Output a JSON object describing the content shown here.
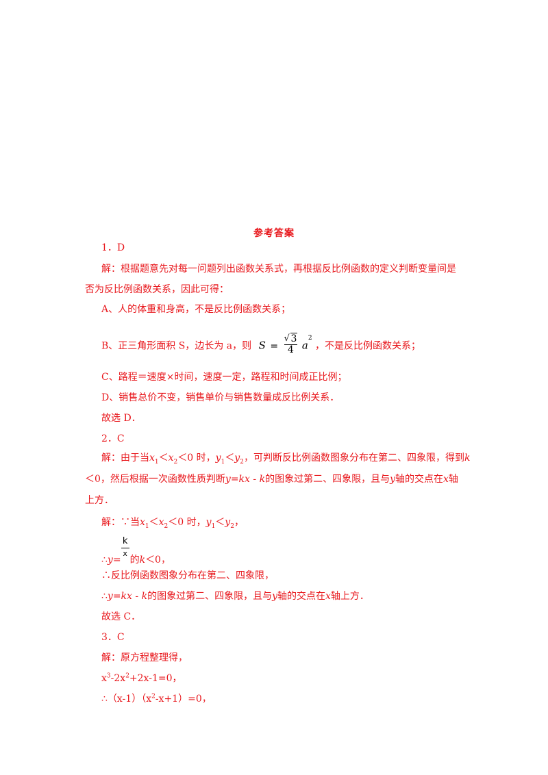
{
  "title": "参考答案",
  "q1": {
    "number": "1．D",
    "explain_1": "解：根据题意先对每一问题列出函数关系式，再根据反比例函数的定义判断变量间是",
    "explain_2": "否为反比例函数关系，因此可得：",
    "option_a": "A、人的体重和身高，不是反比例函数关系；",
    "option_b_prefix": "B、正三角形面积 S，边长为 a，则",
    "option_b_formula": {
      "lhs": "S",
      "eq": "=",
      "sqrt_arg": "3",
      "den": "4",
      "var": "a",
      "exp": "2"
    },
    "option_b_suffix": "，不是反比例函数关系；",
    "option_c": "C、路程＝速度×时间，速度一定，路程和时间成正比例；",
    "option_d": "D、销售总价不变，销售单价与销售数量成反比例关系．",
    "answer": "故选 D．"
  },
  "q2": {
    "number": "2．C",
    "explain_prefix": "解：由于当",
    "cond_x1": "x",
    "sub1": "1",
    "lt": "＜",
    "cond_x2": "x",
    "sub2": "2",
    "lt0": "＜0 时，",
    "y1": "y",
    "y_lt": "＜",
    "y2": "y",
    "explain_mid": "，可判断反比例函数图象分布在第二、四象限，得到",
    "k_var": "k",
    "line2_a": "＜0，然后根据一次函数性质判断",
    "line_fn": "y=kx",
    "line_minus": " - ",
    "line2_b": "的图象过第二、四象限，且与",
    "y_axis": "y",
    "line2_c": "轴的交点在",
    "x_axis": "x",
    "line2_d": "轴",
    "line3": "上方．",
    "sol_prefix": "解：∵当",
    "sol_zero": "＜0 时，",
    "sol_end": "，",
    "therefore_dot": "∴",
    "therefore_y": "y",
    "eq_sign": "=",
    "frac_num": "k",
    "frac_den": "x",
    "step1_mid": "的",
    "step1_end": "＜0，",
    "step2": "∴反比例函数图象分布在第二、四象限，",
    "step3_b": "的图象过第二、四象限，且与",
    "step3_d": "轴上方．",
    "answer": "故选 C．"
  },
  "q3": {
    "number": "3．C",
    "explain": "解：原方程整理得，",
    "eq1": {
      "a": "x",
      "e1": "3",
      "b": "-2x",
      "e2": "2",
      "c": "+2x-1=0，"
    },
    "eq2": {
      "pre": "∴（x-1）（x",
      "e": "2",
      "post": "-x+1）=0，"
    }
  }
}
